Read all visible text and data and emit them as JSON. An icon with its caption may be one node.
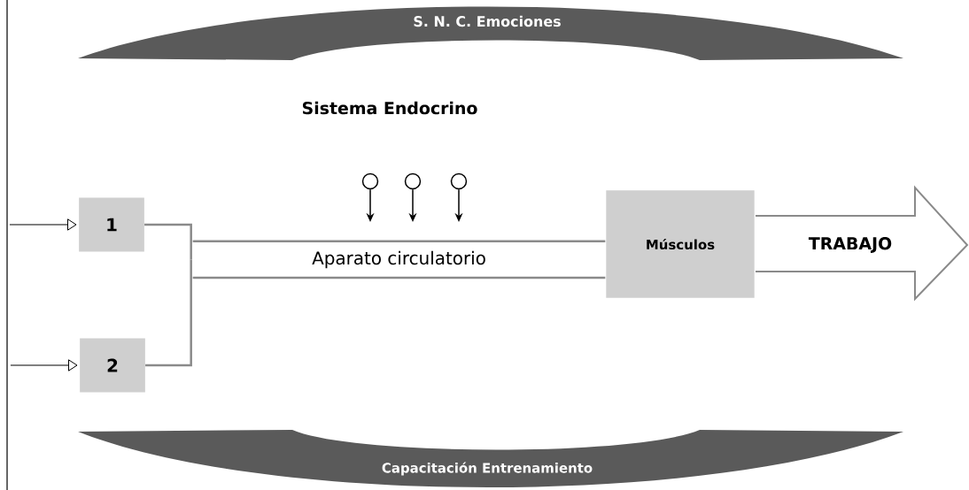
{
  "diagram": {
    "nodes": [
      {
        "text": [
          "S. N. C. Emociones"
        ]
      },
      {
        "text": [
          "Capacitación Entrenamiento"
        ]
      },
      {
        "text": [
          "1"
        ]
      },
      {
        "text": [
          "2"
        ]
      },
      {
        "text": [
          "Aparato circulatorio"
        ]
      },
      {
        "text": [
          "Músculos"
        ]
      },
      {
        "text": [
          "TRABAJO"
        ]
      },
      {
        "text": [],
        "shape": "circle"
      },
      {
        "text": [],
        "shape": "circle"
      },
      {
        "text": [],
        "shape": "circle"
      }
    ],
    "edges": [
      {
        "from": null,
        "to": 2,
        "arrow": "to"
      },
      {
        "from": null,
        "to": 3,
        "arrow": "to"
      },
      {
        "from": 2,
        "to": 4,
        "arrow": "none",
        "color": "#8a8a8a"
      },
      {
        "from": 3,
        "to": 4,
        "arrow": "none",
        "color": "#8a8a8a"
      },
      {
        "from": 7,
        "to": 4,
        "arrow": "to"
      },
      {
        "from": 8,
        "to": 4,
        "arrow": "to"
      },
      {
        "from": 9,
        "to": 4,
        "arrow": "to"
      }
    ],
    "labels": [
      "Sistema Endocrino"
    ]
  }
}
